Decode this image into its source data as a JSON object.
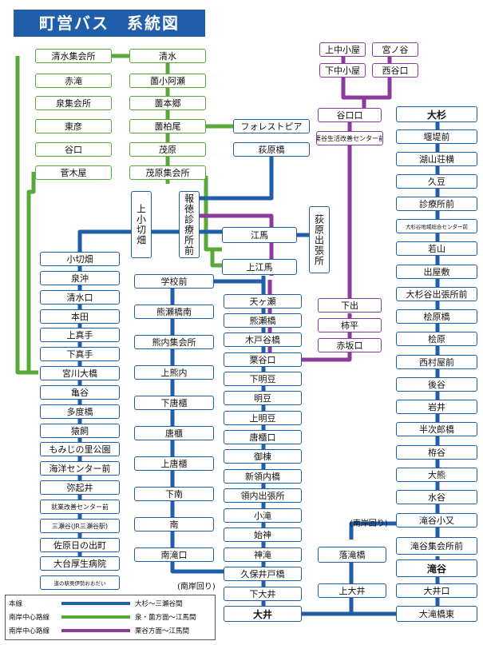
{
  "title": "町営バス　系統図",
  "colors": {
    "blue": "#1f5ea8",
    "green": "#58a83a",
    "purple": "#8a3b9b"
  },
  "stations": {
    "shimizu_shukaijo": "清水集会所",
    "akataki": "赤滝",
    "izumi_shukaijo": "泉集会所",
    "higashihiko": "東彦",
    "taniguchi_l": "谷口",
    "sugekiya": "菅木屋",
    "shimizu": "清水",
    "sono_koaze": "薗小阿瀬",
    "sono_hongo": "薗本郷",
    "sono_kashiwao": "薗柏尾",
    "mohara": "茂原",
    "mohara_shukaijo": "茂原集会所",
    "forest_pia": "フォレストピア",
    "ogiwara_bashi": "荻原橋",
    "kamikonagi": "上小切畑",
    "hotoku": "報徳診療所前",
    "ema": "江馬",
    "kamiema": "上江馬",
    "ogiwara_shucho": "荻原出張所",
    "konagi": "小切畑",
    "izumioki": "泉沖",
    "shimizuguchi": "清水口",
    "honden": "本田",
    "kamimate": "上真手",
    "shimomate": "下真手",
    "miyagawa_ohashi": "宮川大橋",
    "kametani": "亀谷",
    "tadobashi": "多度橋",
    "sarugai": "猿飼",
    "momiji": "もみじの里公園",
    "kaiyo": "海洋センター前",
    "yakii": "弥起井",
    "shugyo": "就業改善センター前",
    "misedani": "三瀬谷(JR三瀬谷駅)",
    "sahara": "佐原日の出町",
    "odai_hospital": "大台厚生病院",
    "michinoeki": "道の駅奥伊勢おおだい",
    "gakko": "学校前",
    "kumasebashi_minami": "熊瀬橋南",
    "kumanouchi_shukaijo": "熊内集会所",
    "kamikumanouchi": "上熊内",
    "shimokarato": "下唐櫃",
    "karato": "唐櫃",
    "kamikarato": "上唐櫃",
    "shimominami": "下南",
    "minami": "南",
    "nangankoguchi": "南滝口",
    "amagase": "天ヶ瀬",
    "kumasebashi": "熊瀬橋",
    "kidotanibashi": "木戸谷橋",
    "kuridanguchi": "栗谷口",
    "shimoakemame": "下明豆",
    "akemame": "明豆",
    "kamiakemame": "上明豆",
    "karatoguchi": "唐櫃口",
    "misoma": "御棟",
    "shinryo": "新領内橋",
    "ryonai_shucho": "領内出張所",
    "kotaki": "小滝",
    "shigami": "始神",
    "kamitaki": "神滝",
    "kuhoido": "久保井戸橋",
    "shimooi": "下大井",
    "oi": "大井",
    "kaminakagoya": "上中小屋",
    "miyanotani": "宮ノ谷",
    "shimonakagoya": "下中小屋",
    "nishitaniguchi": "西谷口",
    "taniguchi_r": "谷口口",
    "kuridani_center": "栗谷生活改善センター前",
    "shimode": "下出",
    "kakihira": "柿平",
    "akasakaguchi": "赤坂口",
    "osugi": "大杉",
    "entei": "堰堤前",
    "kosanso": "湖山荘横",
    "kumame": "久豆",
    "shinryoshomae": "診療所前",
    "osugi_center": "大杉谷地域総合センター前",
    "wakayama": "若山",
    "deyashiki": "出屋敷",
    "osugi_shucho": "大杉谷出張所前",
    "hinoharabashi": "桧原橋",
    "hinohara": "桧原",
    "nishimuraya": "西村屋前",
    "gotani": "後谷",
    "iwai": "岩井",
    "hanjiro": "半次郎橋",
    "sugitani": "栫谷",
    "okuma": "大熊",
    "mizutani": "水谷",
    "takidani_komata": "滝谷小又",
    "ochiai": "落滝橋",
    "takidani_shukaijo": "滝谷集会所前",
    "takidani": "滝谷",
    "kamioi": "上大井",
    "oiguchi": "大井口",
    "otakibashi_higashi": "大滝橋東"
  },
  "notes": {
    "nangan_mawari_left": "(南岸回り)",
    "nangan_mawari_right": "(南岸回り)"
  },
  "legend": [
    {
      "label": "本線",
      "route": "大杉～三瀬谷間",
      "color": "#1f5ea8"
    },
    {
      "label": "南岸中心路線",
      "route": "泉・薗方面～江馬間",
      "color": "#58a83a"
    },
    {
      "label": "南岸中心路線",
      "route": "栗谷方面～江馬間",
      "color": "#8a3b9b"
    }
  ]
}
